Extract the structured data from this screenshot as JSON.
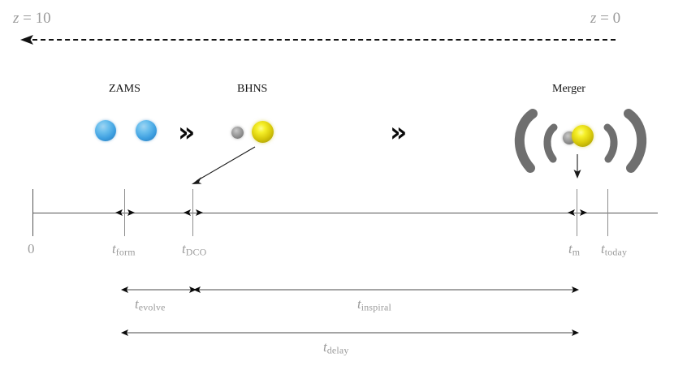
{
  "figure": {
    "type": "diagram",
    "subject": "cosmic-timeline-of-bhns-binary-formation-and-merger"
  },
  "redshift_axis": {
    "left_label": "z = 10",
    "left_label_parts": {
      "var": "z",
      "eq": "=",
      "value": "10"
    },
    "right_label": "z = 0",
    "right_label_parts": {
      "var": "z",
      "eq": "=",
      "value": "0"
    },
    "arrow_direction": "right-to-left",
    "style": "dashed",
    "color": "#111111"
  },
  "stages": [
    {
      "name": "zams",
      "label": "ZAMS",
      "objects": [
        {
          "kind": "main-sequence-star",
          "color": "#49a7e0"
        },
        {
          "kind": "main-sequence-star",
          "color": "#49a7e0"
        }
      ]
    },
    {
      "name": "bhns",
      "label": "BHNS",
      "objects": [
        {
          "kind": "black-hole",
          "color": "#8a8a8a"
        },
        {
          "kind": "neutron-star",
          "color": "#d8c90a"
        }
      ]
    },
    {
      "name": "merger",
      "label": "Merger",
      "objects": [
        {
          "kind": "black-hole",
          "color": "#8a8a8a"
        },
        {
          "kind": "neutron-star",
          "color": "#d8c90a"
        }
      ],
      "emission": "gravitational-waves",
      "wave_color": "#6f6f6f",
      "wave_count": 4
    }
  ],
  "transitions": [
    {
      "name": "zams-to-bhns",
      "glyph": "»"
    },
    {
      "name": "bhns-to-merger",
      "glyph": "»"
    }
  ],
  "timeline": {
    "axis_color": "#555555",
    "ticks": [
      {
        "id": "zero",
        "label": "0",
        "var": "",
        "sub": ""
      },
      {
        "id": "form",
        "label": "t_form",
        "var": "t",
        "sub": "form"
      },
      {
        "id": "dco",
        "label": "t_DCO",
        "var": "t",
        "sub": "DCO"
      },
      {
        "id": "m",
        "label": "t_m",
        "var": "t",
        "sub": "m"
      },
      {
        "id": "today",
        "label": "t_today",
        "var": "t",
        "sub": "today"
      }
    ]
  },
  "intervals": [
    {
      "id": "evolve",
      "var": "t",
      "sub": "evolve",
      "from": "form",
      "to": "dco",
      "row": 1
    },
    {
      "id": "inspiral",
      "var": "t",
      "sub": "inspiral",
      "from": "dco",
      "to": "m",
      "row": 1
    },
    {
      "id": "delay",
      "var": "t",
      "sub": "delay",
      "from": "form",
      "to": "m",
      "row": 2
    }
  ],
  "pointers": [
    {
      "name": "bhns-to-dco-pointer",
      "direction": "down-left"
    },
    {
      "name": "merger-to-tm-pointer",
      "direction": "down"
    }
  ]
}
